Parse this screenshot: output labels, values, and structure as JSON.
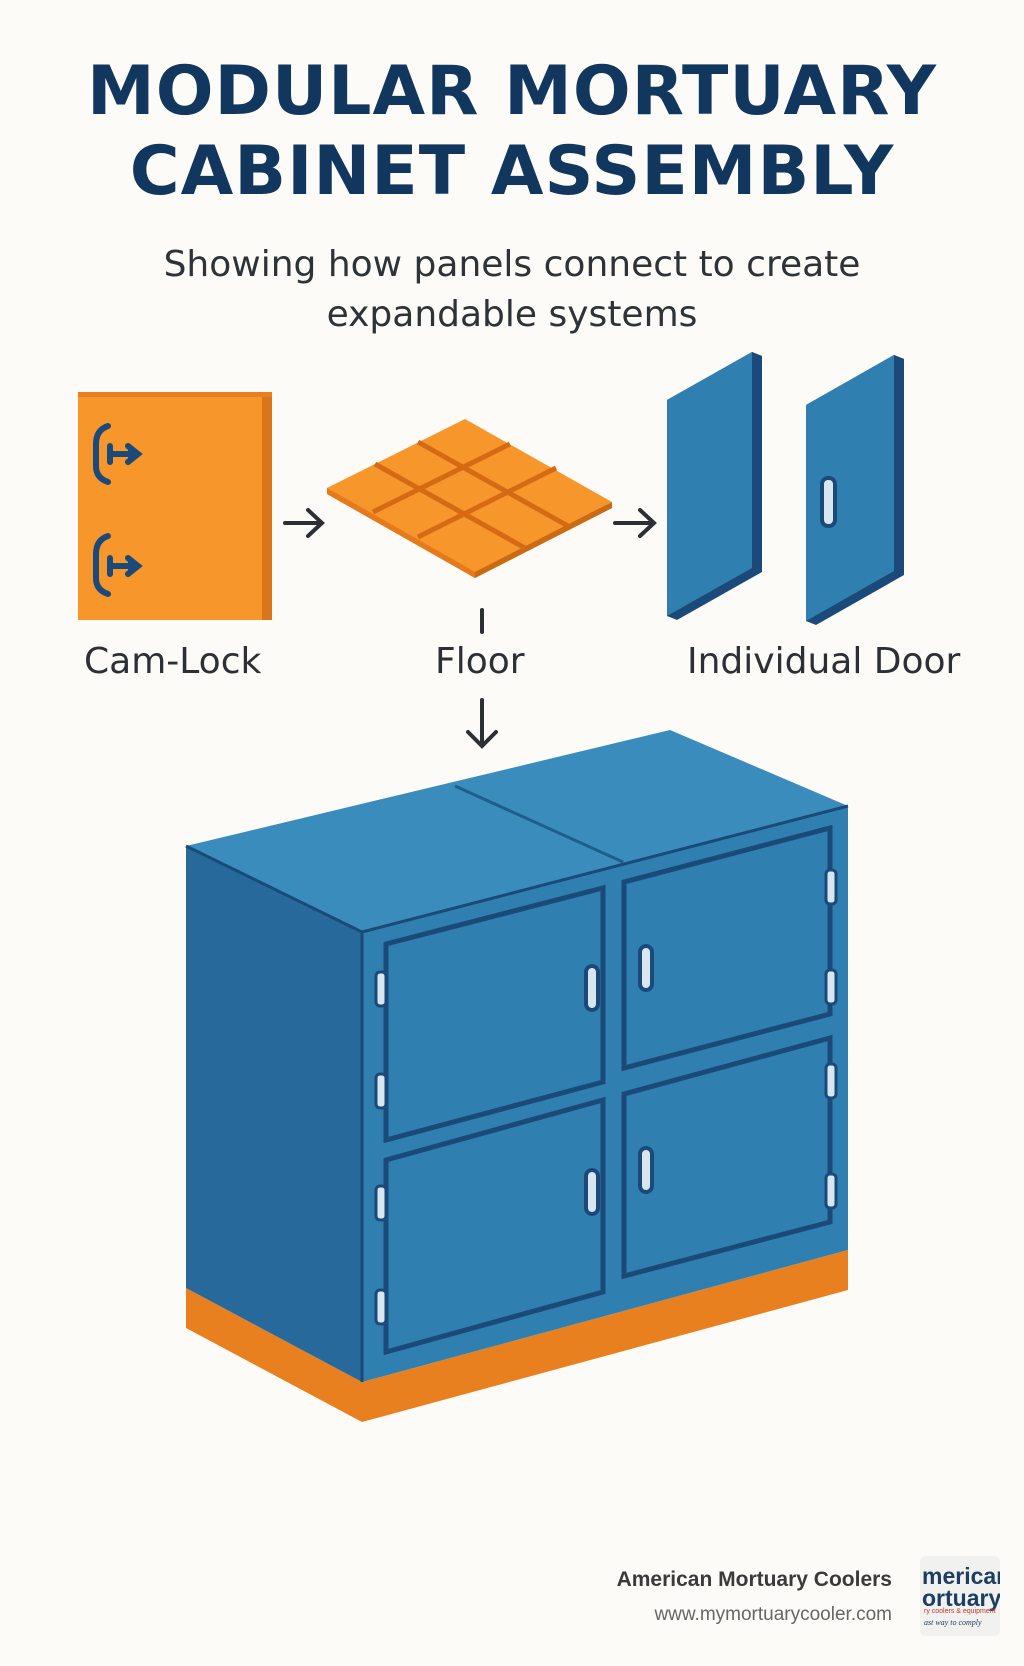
{
  "title_lines": [
    "MODULAR MORTUARY",
    "CABINET ASSEMBLY"
  ],
  "subtitle_lines": [
    "Showing how panels connect to create",
    "expandable systems"
  ],
  "components": [
    {
      "label": "Cam-Lock"
    },
    {
      "label": "Floor"
    },
    {
      "label": "Individual Door"
    }
  ],
  "footer": {
    "company": "American Mortuary Coolers",
    "url": "www.mymortuarycooler.com",
    "logo_lines": [
      "merican",
      "ortuary",
      "ry coolers & equipment",
      "ast way to comply"
    ]
  },
  "colors": {
    "title": "#12375e",
    "panel_orange": "#f7962b",
    "cabinet_blue": "#2f80b0",
    "outline_navy": "#1b4a7a",
    "base_orange": "#e8801f"
  }
}
